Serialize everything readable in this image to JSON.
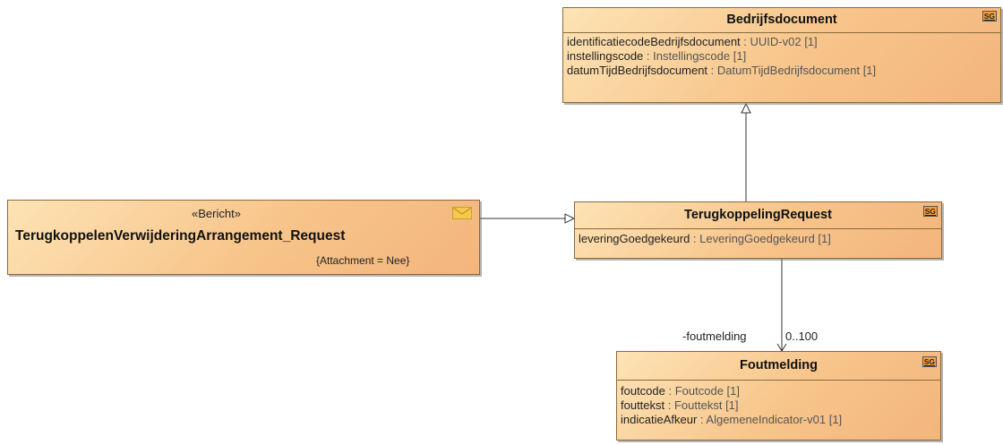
{
  "classes": {
    "bedrijfsdocument": {
      "name": "Bedrijfsdocument",
      "badge": "SG",
      "attributes": [
        {
          "name": "identificatiecodeBedrijfsdocument",
          "type": "UUID-v02 [1]"
        },
        {
          "name": "instellingscode",
          "type": "Instellingscode [1]"
        },
        {
          "name": "datumTijdBedrijfsdocument",
          "type": "DatumTijdBedrijfsdocument [1]"
        }
      ]
    },
    "message": {
      "stereotype": "«Bericht»",
      "name": "TerugkoppelenVerwijderingArrangement_Request",
      "tag": "{Attachment = Nee}",
      "icon": "envelope-icon"
    },
    "terugkoppelingRequest": {
      "name": "TerugkoppelingRequest",
      "badge": "SG",
      "attributes": [
        {
          "name": "leveringGoedgekeurd",
          "type": "LeveringGoedgekeurd [1]"
        }
      ]
    },
    "foutmelding": {
      "name": "Foutmelding",
      "badge": "SG",
      "attributes": [
        {
          "name": "foutcode",
          "type": "Foutcode [1]"
        },
        {
          "name": "fouttekst",
          "type": "Fouttekst [1]"
        },
        {
          "name": "indicatieAfkeur",
          "type": "AlgemeneIndicator-v01 [1]"
        }
      ]
    }
  },
  "associations": {
    "foutmelding": {
      "role": "-foutmelding",
      "multiplicity": "0..100"
    }
  },
  "colors": {
    "class_fill": "#f7c48a",
    "class_border": "#8a6a3c",
    "badge": "#f6a13f",
    "envelope": "#f6c94e"
  }
}
